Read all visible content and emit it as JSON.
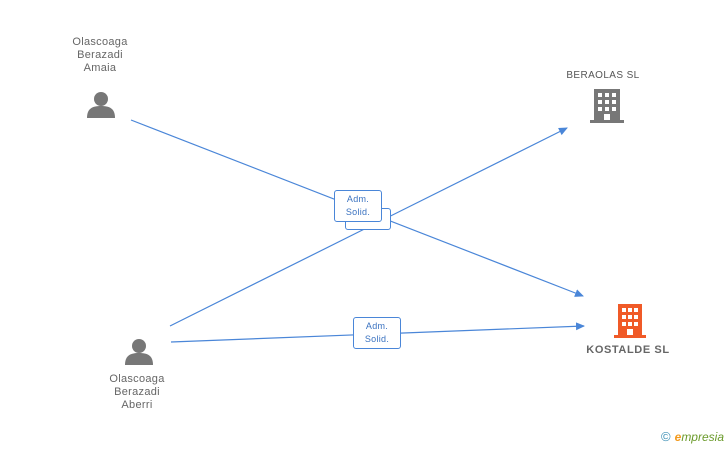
{
  "nodes": {
    "person_amaia": {
      "lines": [
        "Olascoaga",
        "Berazadi",
        "Amaia"
      ],
      "icon": "person-icon"
    },
    "person_aberri": {
      "lines": [
        "Olascoaga",
        "Berazadi",
        "Aberri"
      ],
      "icon": "person-icon"
    },
    "company_beraolas": {
      "name": "BERAOLAS SL",
      "icon": "building-icon",
      "color": "#777777"
    },
    "company_kostalde": {
      "name": "KOSTALDE SL",
      "icon": "building-icon",
      "color": "#f05a28"
    }
  },
  "edges": [
    {
      "from": "person_amaia",
      "to": "company_kostalde",
      "label_line1": "Adm.",
      "label_line2": "Solid."
    },
    {
      "from": "person_aberri",
      "to": "company_beraolas",
      "label_line1": "Adm.",
      "label_line2": "Solid."
    },
    {
      "from": "person_aberri",
      "to": "company_kostalde",
      "label_line1": "Adm.",
      "label_line2": "Solid."
    }
  ],
  "colors": {
    "edge": "#4a86d8",
    "person": "#777777"
  },
  "watermark": {
    "copyright": "©",
    "brand_initial": "e",
    "brand_rest": "mpresia"
  }
}
